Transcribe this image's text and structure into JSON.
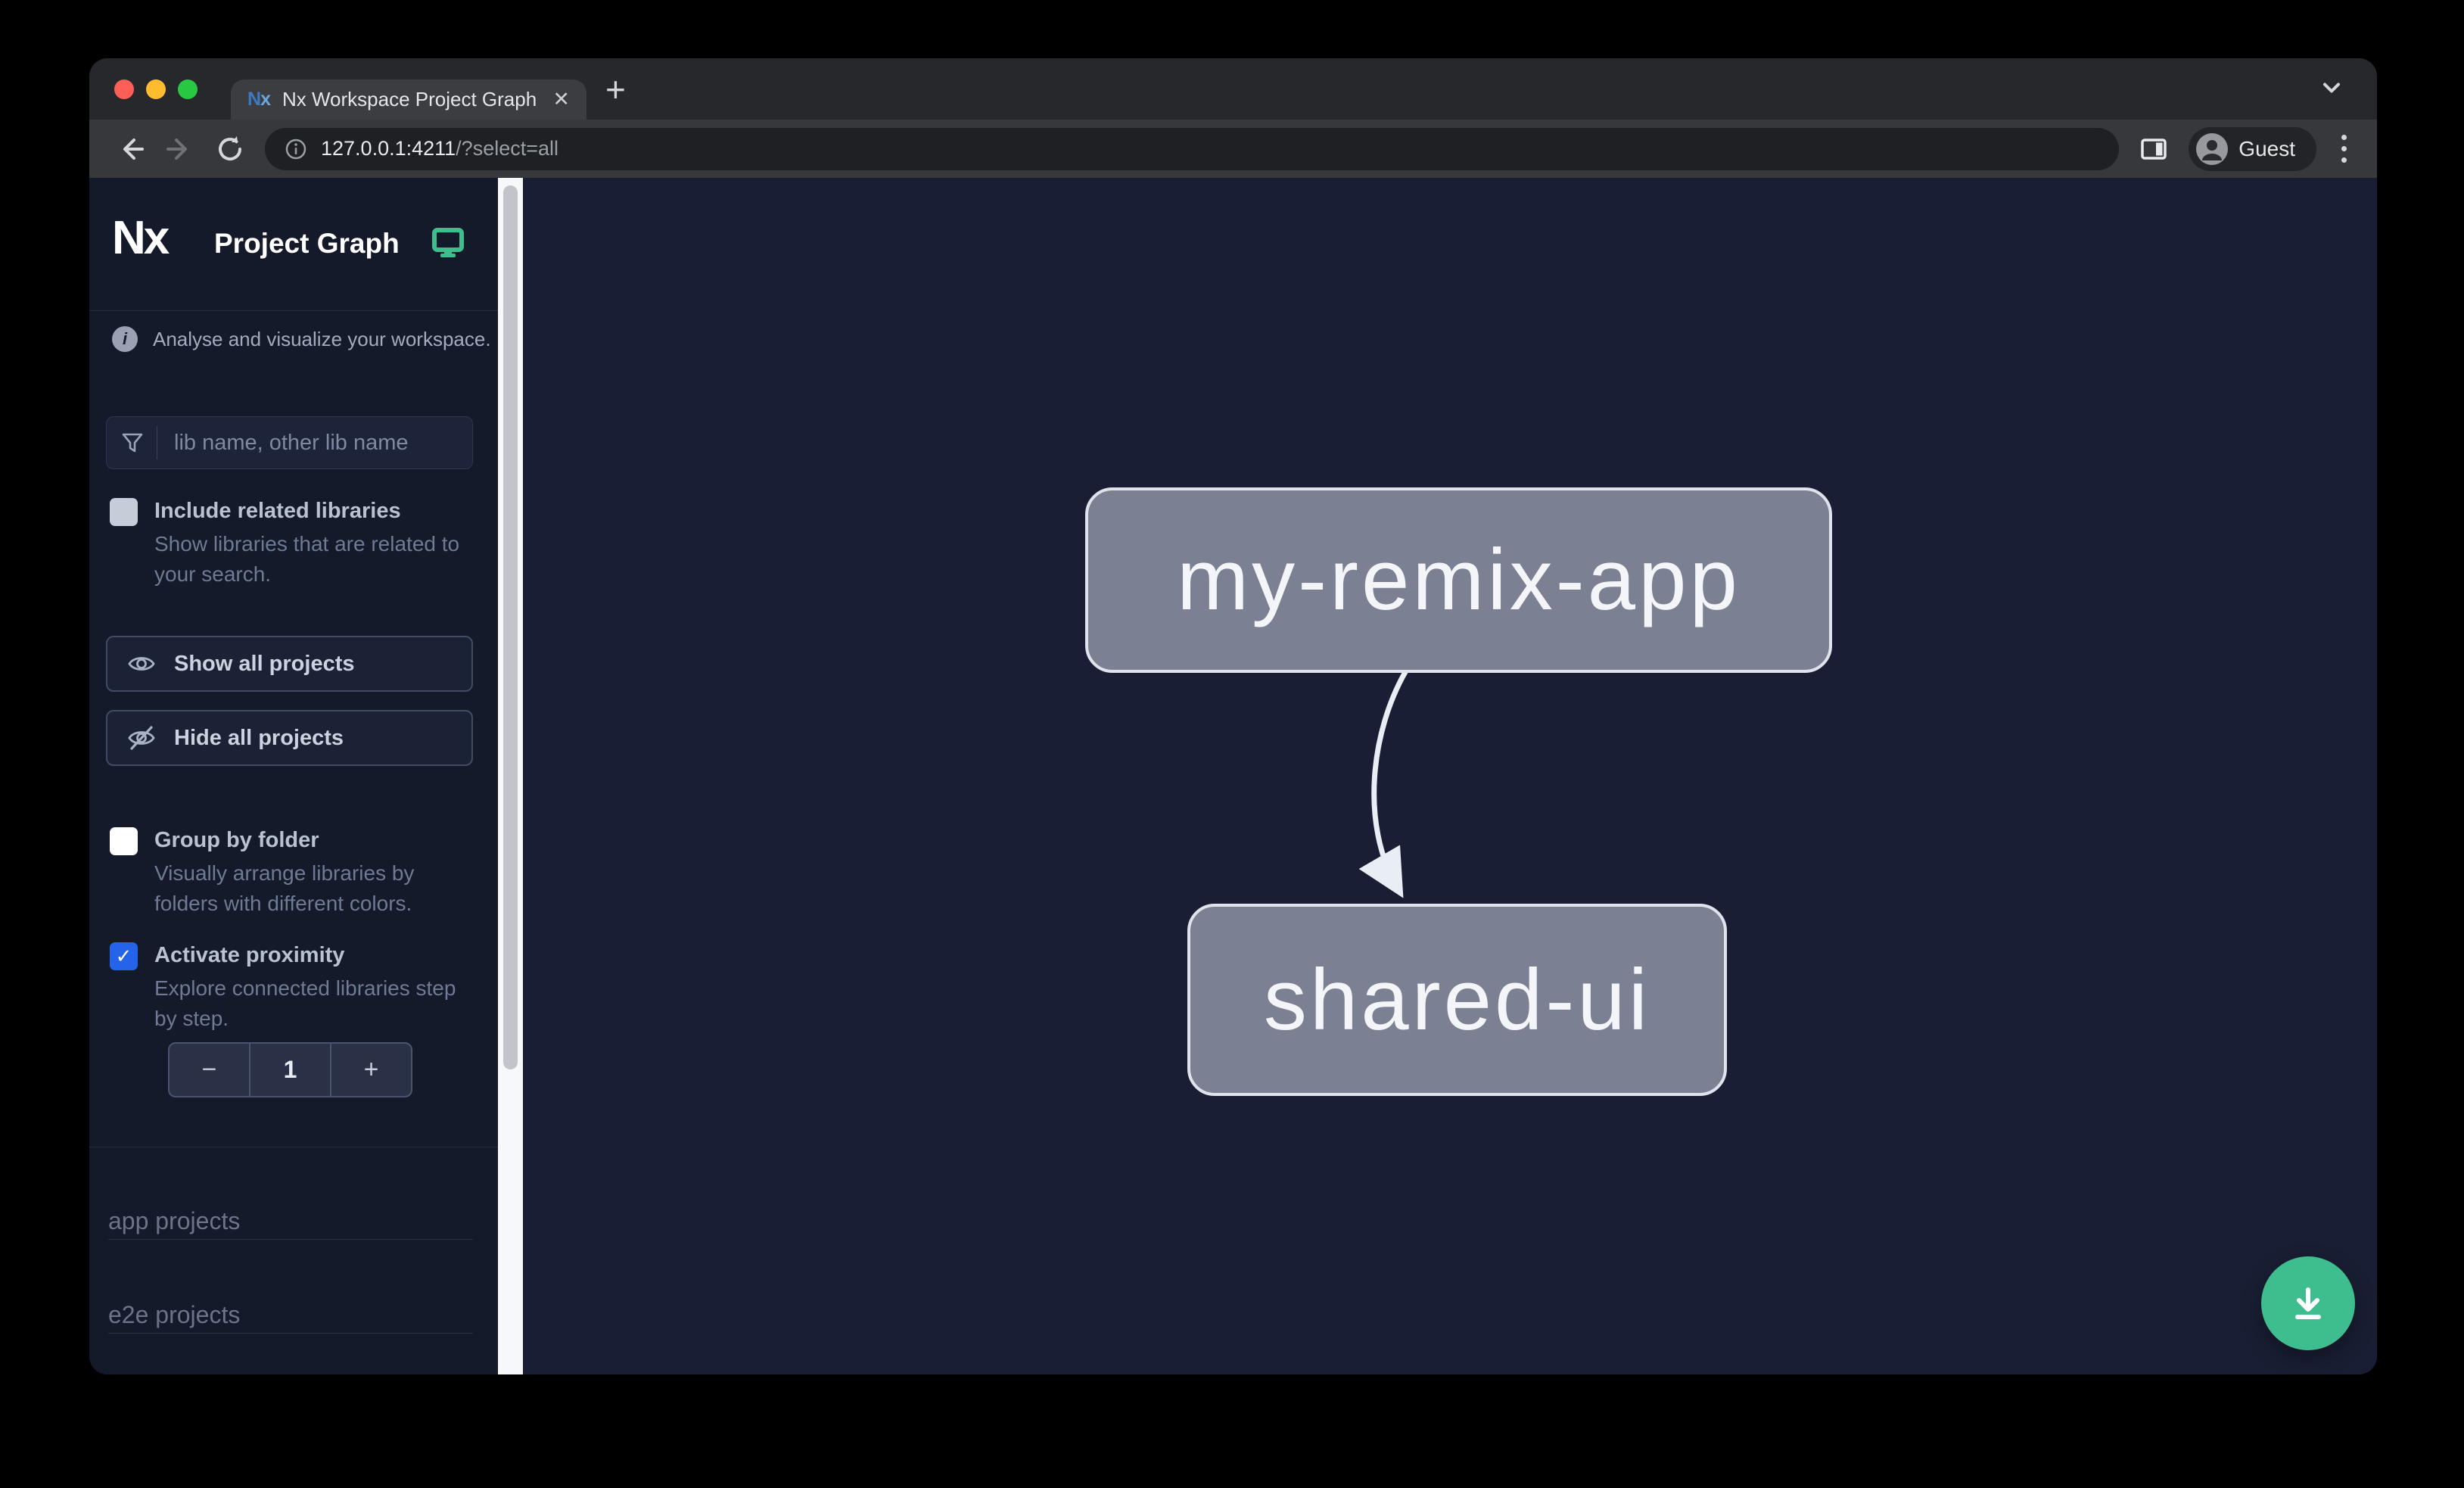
{
  "browser": {
    "tab": {
      "title": "Nx Workspace Project Graph"
    },
    "url": {
      "host": "127.0.0.1:4211",
      "path": "/?select=all"
    },
    "profile_label": "Guest"
  },
  "icons": {
    "close": "✕",
    "new_tab": "+",
    "check": "✓",
    "minus": "−",
    "plus": "+",
    "info": "i"
  },
  "sidebar": {
    "logo_text": "Nx",
    "title": "Project Graph",
    "tagline": "Analyse and visualize your workspace.",
    "search": {
      "placeholder": "lib name, other lib name"
    },
    "toggles": [
      {
        "label": "Include related libraries",
        "description": "Show libraries that are related to your search.",
        "checked": false
      },
      {
        "label": "Group by folder",
        "description": "Visually arrange libraries by folders with different colors.",
        "checked": false
      },
      {
        "label": "Activate proximity",
        "description": "Explore connected libraries step by step.",
        "checked": true
      }
    ],
    "buttons": [
      {
        "label": "Show all projects"
      },
      {
        "label": "Hide all projects"
      }
    ],
    "stepper": {
      "value": "1"
    },
    "sections": [
      {
        "label": "app projects"
      },
      {
        "label": "e2e projects"
      }
    ]
  },
  "graph": {
    "nodes": [
      {
        "label": "my-remix-app"
      },
      {
        "label": "shared-ui"
      }
    ],
    "edges": [
      {
        "from": "my-remix-app",
        "to": "shared-ui"
      }
    ]
  },
  "colors": {
    "accent_green": "#3ebd8e",
    "checkbox_blue": "#2563eb",
    "node_fill": "#7b8193",
    "canvas_bg": "#191e34",
    "sidebar_bg": "#151a2b"
  }
}
